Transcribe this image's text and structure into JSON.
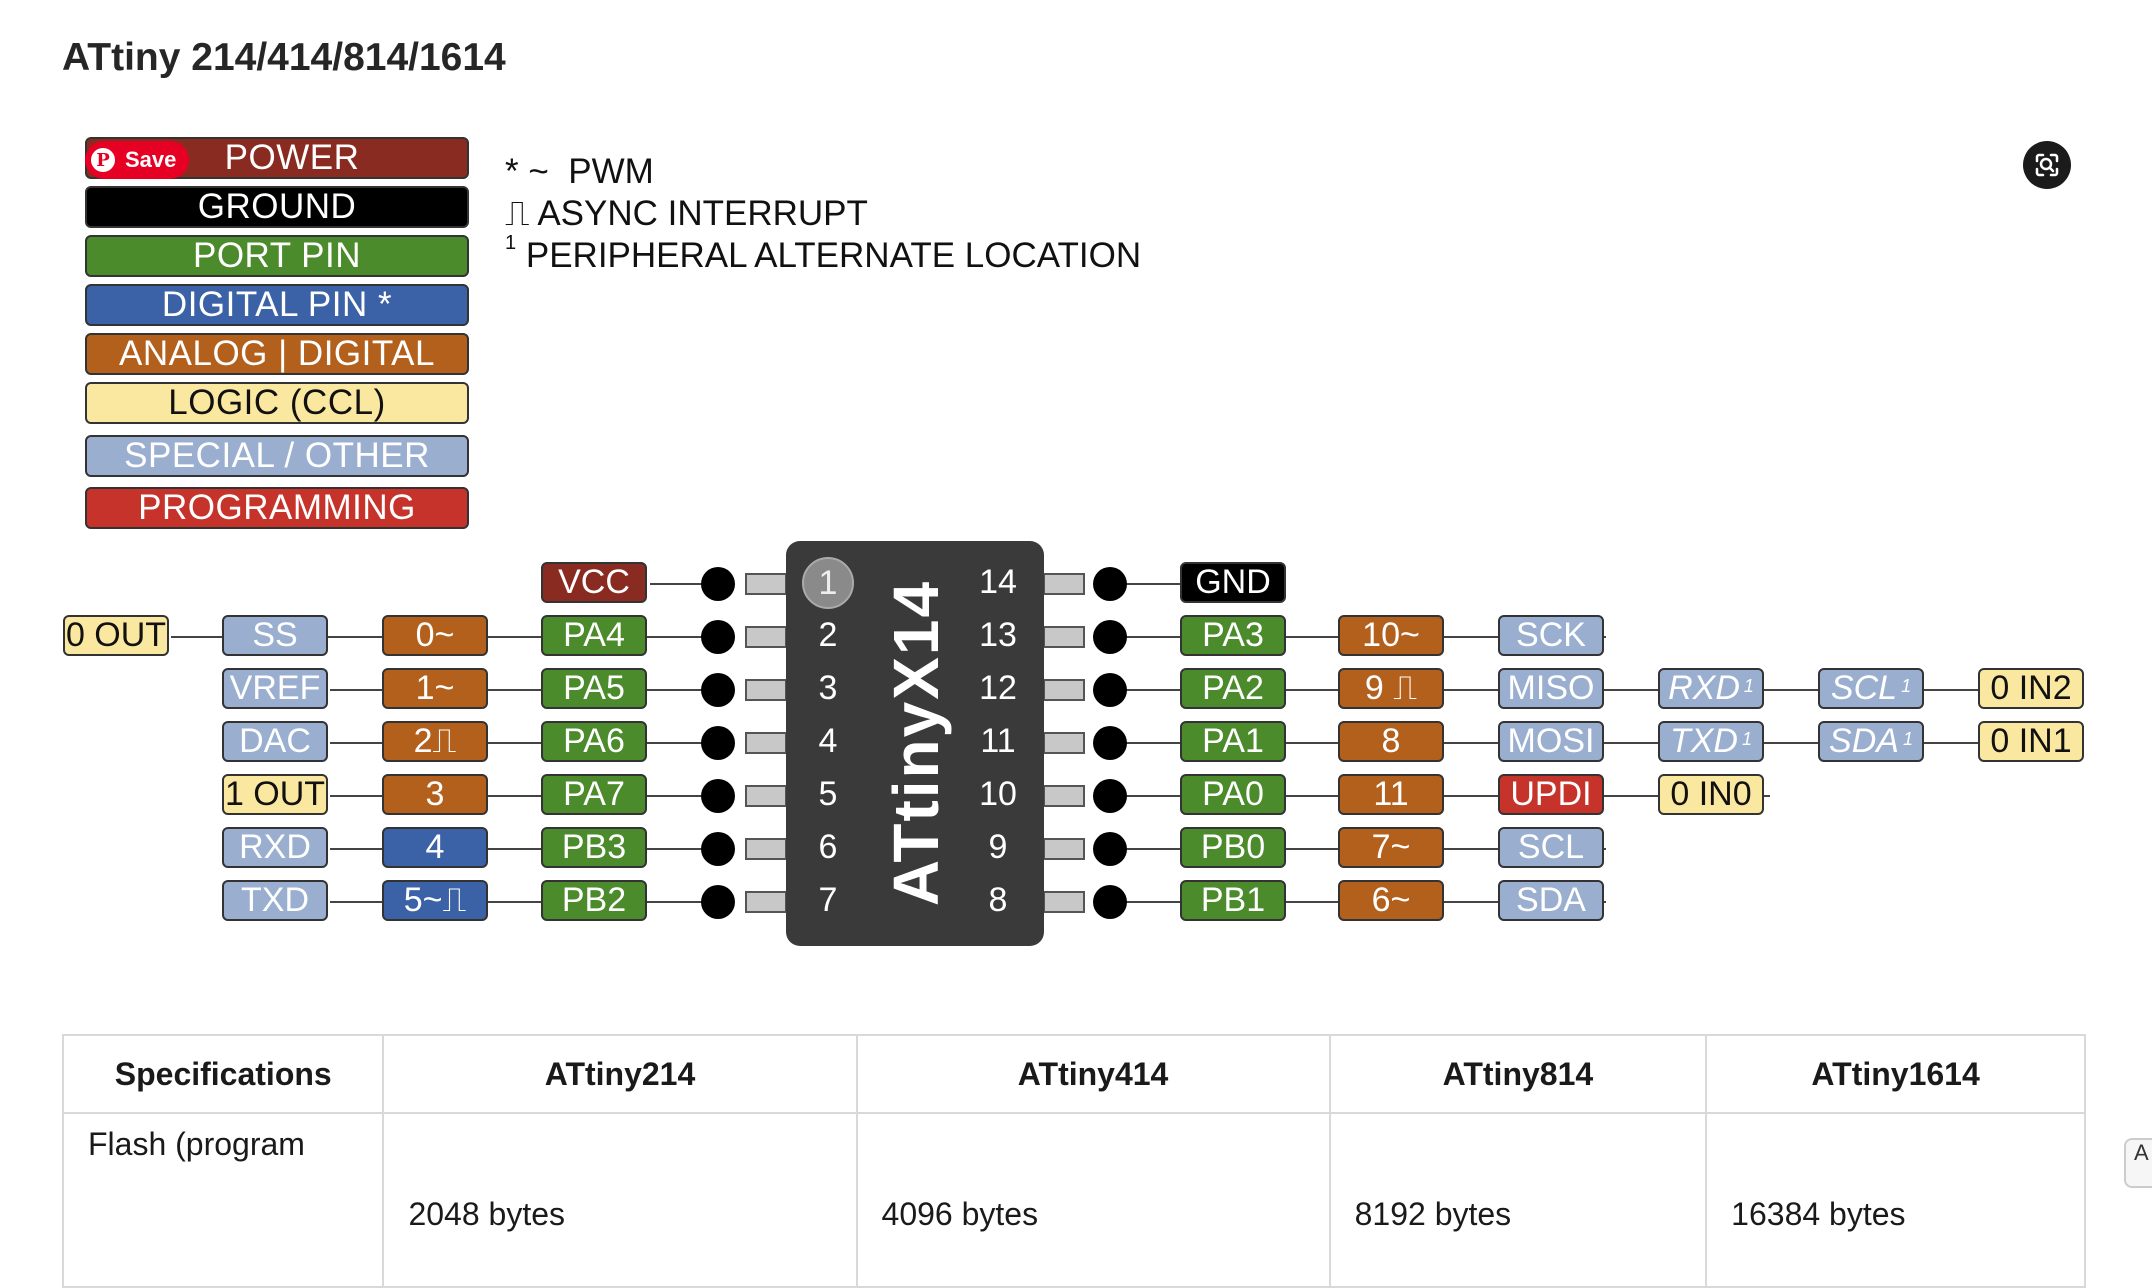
{
  "title": "ATtiny 214/414/814/1614",
  "save_button": "Save",
  "pinterest_glyph": "P",
  "legend": [
    "POWER",
    "GROUND",
    "PORT PIN",
    "DIGITAL PIN *",
    "ANALOG | DIGITAL",
    "LOGIC (CCL)",
    "SPECIAL / OTHER",
    "PROGRAMMING"
  ],
  "notes": {
    "pwm_symbol": "* ~",
    "pwm": "PWM",
    "async_symbol": "⎍",
    "async": "ASYNC INTERRUPT",
    "alt_symbol": "1",
    "alt": "PERIPHERAL ALTERNATE LOCATION"
  },
  "chip": {
    "label": "ATtinyX14",
    "left_numbers": [
      "1",
      "2",
      "3",
      "4",
      "5",
      "6",
      "7"
    ],
    "right_numbers": [
      "14",
      "13",
      "12",
      "11",
      "10",
      "9",
      "8"
    ]
  },
  "pins": {
    "left": {
      "power": "VCC",
      "port": [
        "PA4",
        "PA5",
        "PA6",
        "PA7",
        "PB3",
        "PB2"
      ],
      "digital": [
        "0~",
        "1~",
        "2⎍",
        "3",
        "4",
        "5~⎍"
      ],
      "special": [
        "SS",
        "VREF",
        "DAC",
        "1 OUT",
        "RXD",
        "TXD"
      ],
      "logic": "0 OUT"
    },
    "right": {
      "ground": "GND",
      "port": [
        "PA3",
        "PA2",
        "PA1",
        "PA0",
        "PB0",
        "PB1"
      ],
      "digital": [
        "10~",
        "9 ⎍",
        "8",
        "11",
        "7~",
        "6~"
      ],
      "special": [
        "SCK",
        "MISO",
        "MOSI",
        "UPDI",
        "SCL",
        "SDA"
      ],
      "alt1": [
        "RXD",
        "TXD"
      ],
      "alt1_mark": "1",
      "alt2": [
        "SCL",
        "SDA"
      ],
      "logic": [
        "0 IN2",
        "0 IN1",
        "0 IN0"
      ]
    }
  },
  "colors": {
    "power": "#8a2b22",
    "ground": "#000000",
    "port": "#4c8b2b",
    "digital": "#3b62a6",
    "analog": "#b3601d",
    "logic": "#fbe8a0",
    "special": "#9aaed0",
    "programming": "#c6332b"
  },
  "table": {
    "headers": [
      "Specifications",
      "ATtiny214",
      "ATtiny414",
      "ATtiny814",
      "ATtiny1614"
    ],
    "rows": [
      [
        "Flash (program",
        "2048 bytes",
        "4096 bytes",
        "8192 bytes",
        "16384 bytes"
      ]
    ]
  },
  "edge_button": "A"
}
